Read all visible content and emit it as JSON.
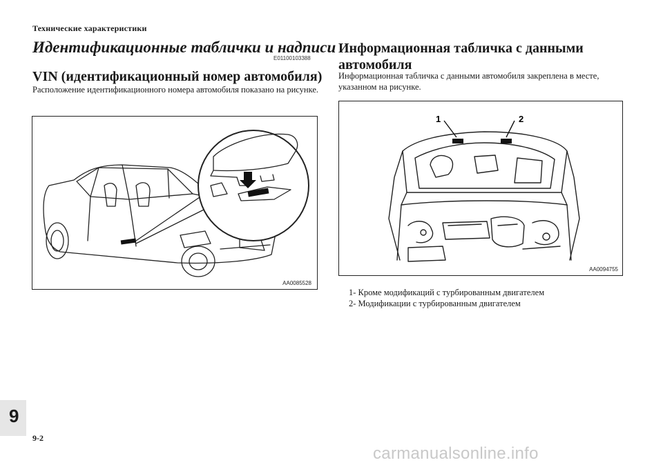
{
  "header": {
    "section_title": "Технические характеристики"
  },
  "main": {
    "title": "Идентификационные таблички и надписи",
    "code": "E01100103388"
  },
  "vin": {
    "title": "VIN (идентификационный номер автомобиля)",
    "text": "Расположение идентификационного номера автомобиля показано на рисунке.",
    "figure_code": "AA0085528"
  },
  "info_plate": {
    "title": "Информационная табличка с данными автомобиля",
    "text": "Информационная табличка с данными автомобиля закреплена в месте, указанном на рисунке.",
    "figure_code": "AA0094755",
    "callouts": [
      "1",
      "2"
    ],
    "legend": [
      "1-  Кроме модификаций с турбированным двигателем",
      "2-  Модификации с турбированным двигателем"
    ]
  },
  "chapter_tab": {
    "number": "9"
  },
  "page_number": "9-2",
  "watermark": "carmanualsonline.info"
}
